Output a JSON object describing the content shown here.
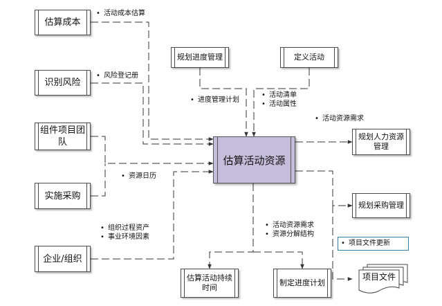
{
  "center": "估算活动资源",
  "inputs": {
    "estimate_cost": "估算成本",
    "identify_risk": "识别风险",
    "build_team": "组件项目团队",
    "conduct_procurement": "实施采购",
    "enterprise_org": "企业/组织",
    "plan_schedule_mgmt": "规划进度管理",
    "define_activities": "定义活动"
  },
  "outputs": {
    "plan_hr_mgmt": "规划人力资源管理",
    "plan_procurement_mgmt": "规划采购管理",
    "project_docs": "项目文件",
    "estimate_duration": "估算活动持续时间",
    "develop_schedule": "制定进度计划"
  },
  "flows": {
    "activity_cost_estimates": "活动成本估算",
    "risk_register": "风险登记册",
    "schedule_mgmt_plan": "进度管理计划",
    "activity_list": "活动清单",
    "activity_attributes": "活动属性",
    "activity_resource_reqs_top": "活动资源需求",
    "resource_calendars": "资源日历",
    "org_process_assets": "组织过程资产",
    "eef": "事业环境因素",
    "activity_resource_reqs_bottom": "活动资源需求",
    "rbs": "资源分解结构",
    "project_doc_updates": "项目文件更新"
  }
}
